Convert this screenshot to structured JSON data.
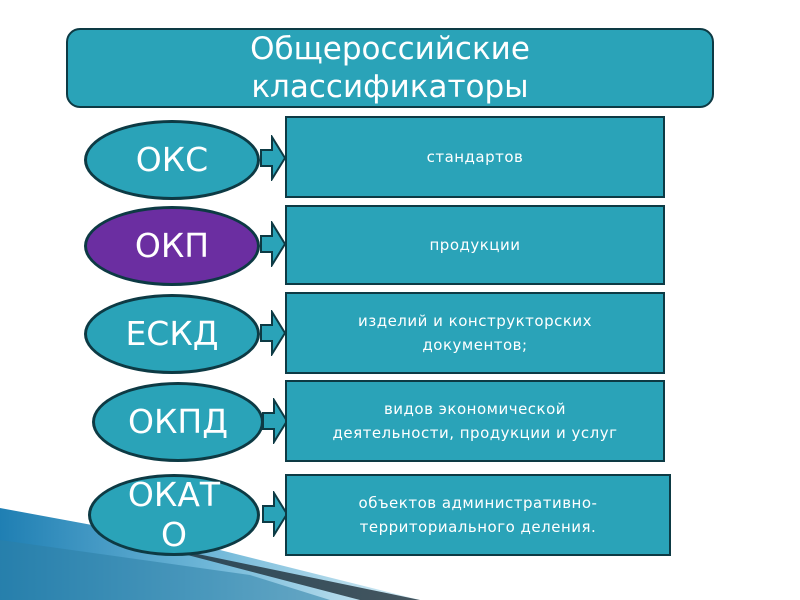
{
  "title": "Общероссийские\nклассификаторы",
  "rows": [
    {
      "abbr": "ОКС",
      "desc": "стандартов"
    },
    {
      "abbr": "ОКП",
      "desc": "продукции"
    },
    {
      "abbr": "ЕСКД",
      "desc": "изделий и конструкторских\nдокументов;"
    },
    {
      "abbr": "ОКПД",
      "desc": "видов экономической\nдеятельности, продукции и услуг"
    },
    {
      "abbr": "ОКАТ\nО",
      "desc": "объектов административно-\nтерриториального деления."
    }
  ],
  "colors": {
    "teal": "#2aa3b8",
    "purple": "#6b2ea1",
    "border": "#0d3a44"
  }
}
